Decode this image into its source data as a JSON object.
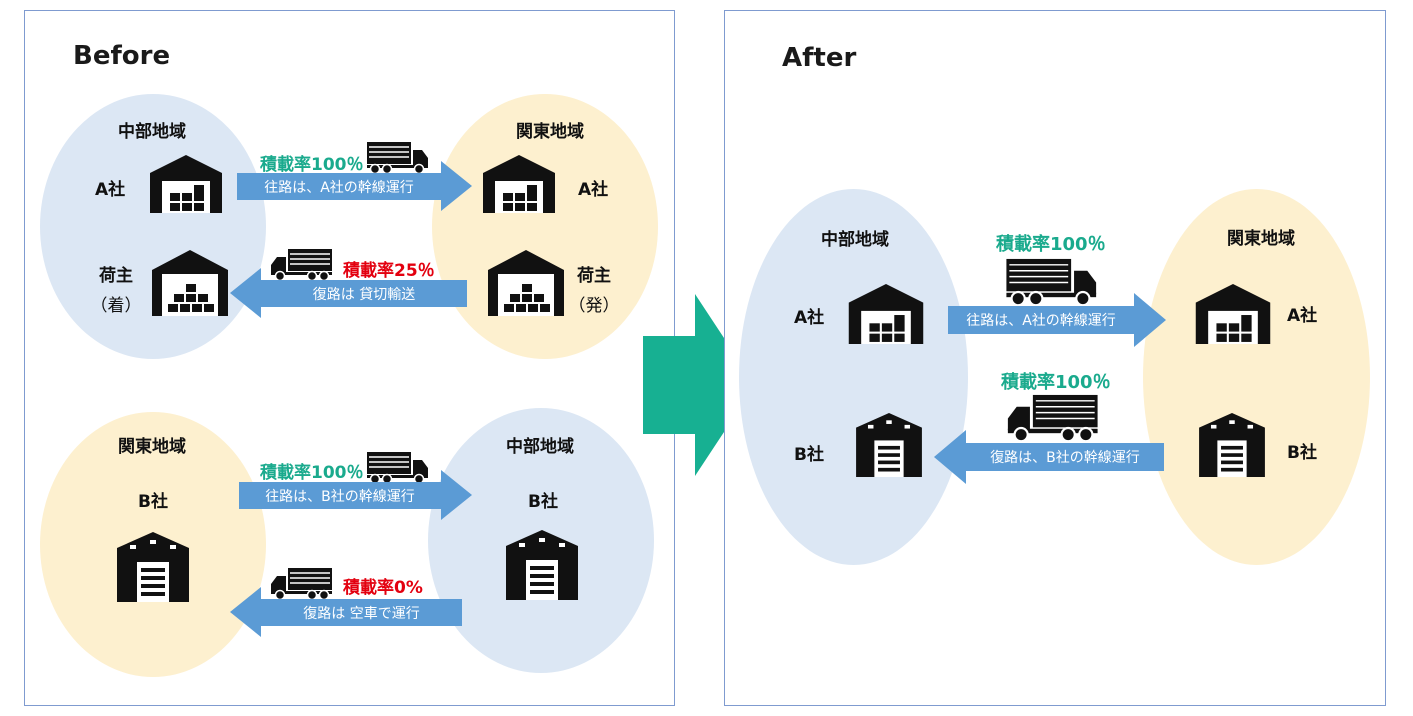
{
  "colors": {
    "panel_border": "#7f9bd0",
    "region_blue": "#dce7f4",
    "region_yellow": "#fdf0cf",
    "arrow": "#5b9bd5",
    "rate_green": "#1aaa8d",
    "rate_red": "#e3000f",
    "big_arrow": "#17b092"
  },
  "before": {
    "title": "Before",
    "top": {
      "left_region": "中部地域",
      "right_region": "関東地域",
      "company_left": "A社",
      "company_right": "A社",
      "shipper_left": "荷主",
      "shipper_left_sub": "（着）",
      "shipper_right": "荷主",
      "shipper_right_sub": "（発）",
      "out_rate": "積載率100％",
      "out_text": "往路は、A社の幹線運行",
      "ret_rate": "積載率25％",
      "ret_text": "復路は 貸切輸送"
    },
    "bottom": {
      "left_region": "関東地域",
      "right_region": "中部地域",
      "company_left": "B社",
      "company_right": "B社",
      "out_rate": "積載率100％",
      "out_text": "往路は、B社の幹線運行",
      "ret_rate": "積載率0%",
      "ret_text": "復路は 空車で運行"
    }
  },
  "after": {
    "title": "After",
    "left_region": "中部地域",
    "right_region": "関東地域",
    "company_a_left": "A社",
    "company_b_left": "B社",
    "company_a_right": "A社",
    "company_b_right": "B社",
    "out_rate": "積載率100％",
    "out_text": "往路は、A社の幹線運行",
    "ret_rate": "積載率100％",
    "ret_text": "復路は、B社の幹線運行"
  },
  "icons": [
    "warehouse-icon",
    "warehouse-boxes-icon",
    "garage-icon",
    "truck-icon",
    "transition-arrow-icon"
  ]
}
